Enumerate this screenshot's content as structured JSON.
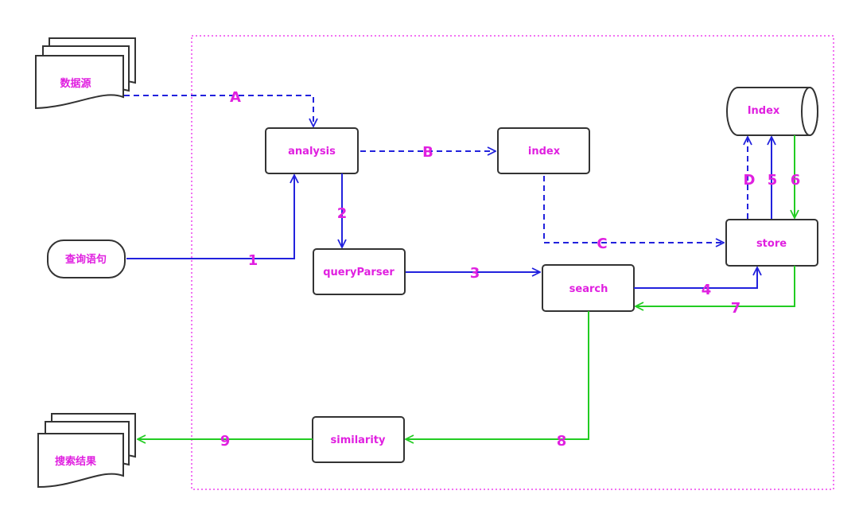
{
  "nodes": {
    "data_source": "数据源",
    "query_statement": "查询语句",
    "search_results": "搜索结果",
    "analysis": "analysis",
    "index_process": "index",
    "query_parser": "queryParser",
    "search": "search",
    "similarity": "similarity",
    "store": "store",
    "index_db": "Index"
  },
  "edge_labels": {
    "A": "A",
    "B": "B",
    "C": "C",
    "D": "D",
    "e1": "1",
    "e2": "2",
    "e3": "3",
    "e4": "4",
    "e5": "5",
    "e6": "6",
    "e7": "7",
    "e8": "8",
    "e9": "9"
  },
  "colors": {
    "index_flow": "#2222dd",
    "result_flow": "#22cc22",
    "label": "#e020e0",
    "boundary": "#ee44ee",
    "outline": "#333333"
  }
}
